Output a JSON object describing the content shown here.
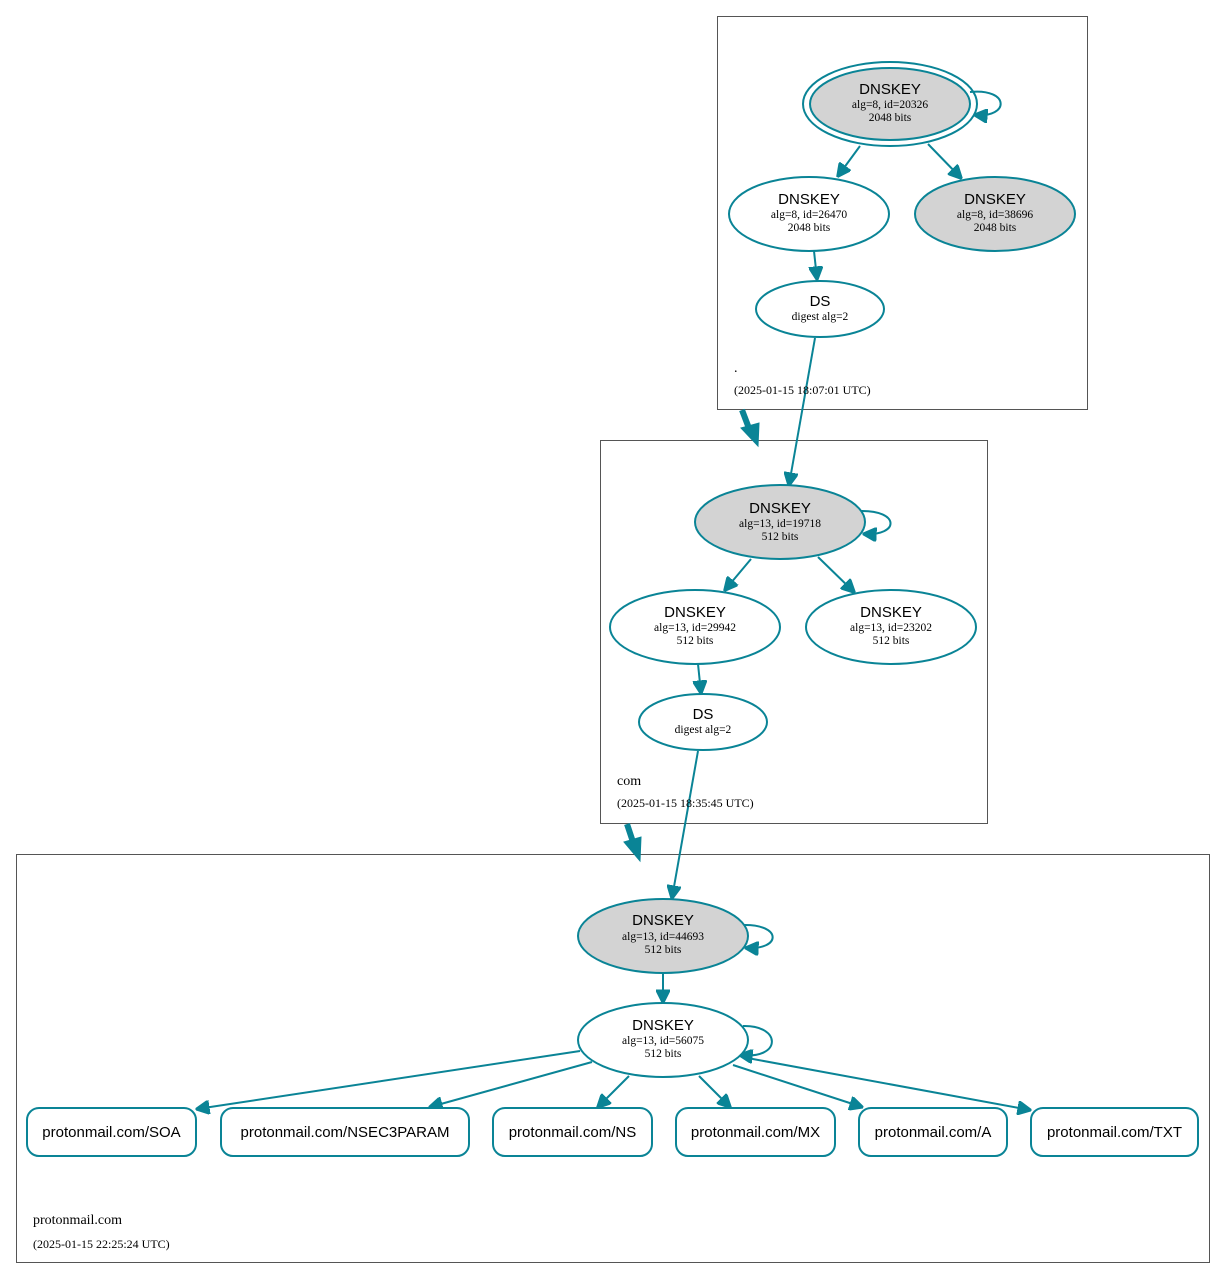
{
  "colors": {
    "edge": "#0a8496",
    "ksk_fill": "#d3d3d3",
    "zsk_fill": "#ffffff",
    "border": "#555555"
  },
  "zones": {
    "root": {
      "name": ".",
      "timestamp": "(2025-01-15 18:07:01 UTC)"
    },
    "com": {
      "name": "com",
      "timestamp": "(2025-01-15 18:35:45 UTC)"
    },
    "protonmail": {
      "name": "protonmail.com",
      "timestamp": "(2025-01-15 22:25:24 UTC)"
    }
  },
  "nodes": {
    "root_ksk": {
      "title": "DNSKEY",
      "line1": "alg=8, id=20326",
      "line2": "2048 bits"
    },
    "root_zsk": {
      "title": "DNSKEY",
      "line1": "alg=8, id=26470",
      "line2": "2048 bits"
    },
    "root_key3": {
      "title": "DNSKEY",
      "line1": "alg=8, id=38696",
      "line2": "2048 bits"
    },
    "root_ds": {
      "title": "DS",
      "line1": "digest alg=2"
    },
    "com_ksk": {
      "title": "DNSKEY",
      "line1": "alg=13, id=19718",
      "line2": "512 bits"
    },
    "com_zsk": {
      "title": "DNSKEY",
      "line1": "alg=13, id=29942",
      "line2": "512 bits"
    },
    "com_zsk2": {
      "title": "DNSKEY",
      "line1": "alg=13, id=23202",
      "line2": "512 bits"
    },
    "com_ds": {
      "title": "DS",
      "line1": "digest alg=2"
    },
    "pm_ksk": {
      "title": "DNSKEY",
      "line1": "alg=13, id=44693",
      "line2": "512 bits"
    },
    "pm_zsk": {
      "title": "DNSKEY",
      "line1": "alg=13, id=56075",
      "line2": "512 bits"
    }
  },
  "rrsets": [
    {
      "label": "protonmail.com/SOA"
    },
    {
      "label": "protonmail.com/NSEC3PARAM"
    },
    {
      "label": "protonmail.com/NS"
    },
    {
      "label": "protonmail.com/MX"
    },
    {
      "label": "protonmail.com/A"
    },
    {
      "label": "protonmail.com/TXT"
    }
  ]
}
